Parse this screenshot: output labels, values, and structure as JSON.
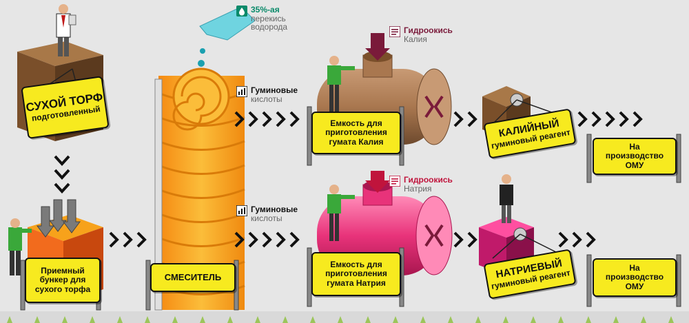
{
  "labels": {
    "dry_peat_line1": "СУХОЙ ТОРФ",
    "dry_peat_line2": "подготовленный",
    "bunker_line1": "Приемный",
    "bunker_line2": "бункер для",
    "bunker_line3": "сухого торфа",
    "mixer": "СМЕСИТЕЛЬ",
    "peroxide_line1": "35%-ая",
    "peroxide_line2": "перекись",
    "peroxide_line3": "водорода",
    "humic_top_line1": "Гуминовые",
    "humic_top_line2": "кислоты",
    "humic_bottom_line1": "Гуминовые",
    "humic_bottom_line2": "кислоты",
    "koh_line1": "Гидроокись",
    "koh_line2": "Калия",
    "naoh_line1": "Гидроокись",
    "naoh_line2": "Натрия",
    "tank_k_line1": "Емкость для",
    "tank_k_line2": "приготовления",
    "tank_k_line3": "гумата Калия",
    "tank_na_line1": "Емкость для",
    "tank_na_line2": "приготовления",
    "tank_na_line3": "гумата Натрия",
    "k_reagent_line1": "КАЛИЙНЫЙ",
    "k_reagent_line2": "гуминовый реагент",
    "na_reagent_line1": "НАТРИЕВЫЙ",
    "na_reagent_line2": "гуминовый реагент",
    "prod_top_line1": "На",
    "prod_top_line2": "производство",
    "prod_top_line3": "ОМУ",
    "prod_bottom_line1": "На",
    "prod_bottom_line2": "производство",
    "prod_bottom_line3": "ОМУ"
  },
  "colors": {
    "sign": "#f7ea1f",
    "koh_accent": "#7a1a3a",
    "naoh_accent": "#c0143c",
    "peroxide_accent": "#0a8a6a",
    "humic_accent": "#1a1a1a",
    "tank_potassium": "#a9774f",
    "tank_sodium": "#e8337a",
    "mixer_orange": "#f7a21b",
    "bunker_orange": "#f26b1d"
  },
  "icons": {
    "peroxide": "drop-icon",
    "humic": "bar-chart-icon",
    "hydroxide": "document-icon",
    "flow": "chevron-right-arrow-icon",
    "down_flow": "chevron-down-arrow-icon"
  }
}
